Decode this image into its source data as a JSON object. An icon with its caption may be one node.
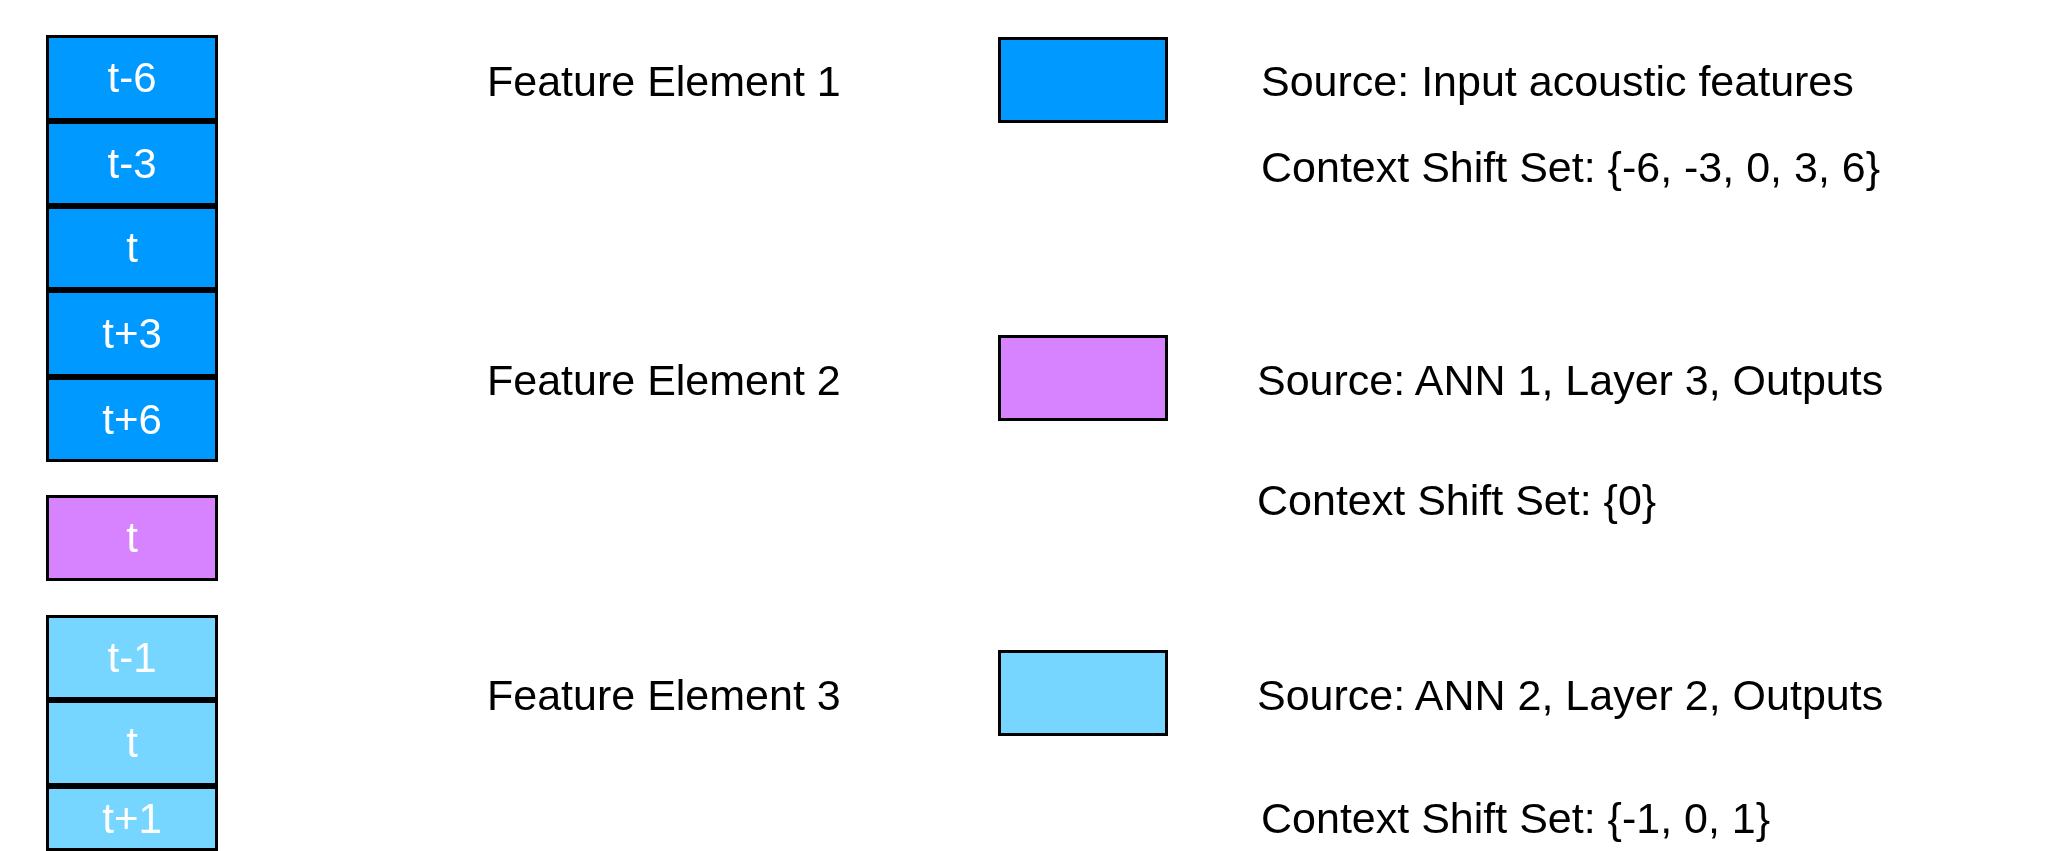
{
  "diagram": {
    "nodes": [
      {
        "text": [
          "t-6"
        ]
      },
      {
        "text": [
          "t-3"
        ]
      },
      {
        "text": [
          "t"
        ]
      },
      {
        "text": [
          "t+3"
        ]
      },
      {
        "text": [
          "t+6"
        ]
      },
      {
        "text": [
          "t"
        ]
      },
      {
        "text": [
          "t-1"
        ]
      },
      {
        "text": [
          "t"
        ]
      },
      {
        "text": [
          "t+1"
        ]
      }
    ],
    "labels": [
      "Source: Input acoustic features",
      "Context Shift Set: {-6, -3, 0, 3, 6}",
      "Source: ANN 1, Layer 3, Outputs",
      "Context Shift Set: {0}",
      "Source: ANN 2, Layer 2, Outputs",
      "Context Shift Set: {-1, 0, 1}"
    ],
    "legend": [
      {
        "text": "Feature Element 1",
        "color": "#0099ff"
      },
      {
        "text": "Feature Element 2",
        "color": "#d783ff"
      },
      {
        "text": "Feature Element 3",
        "color": "#76d6ff"
      }
    ]
  }
}
